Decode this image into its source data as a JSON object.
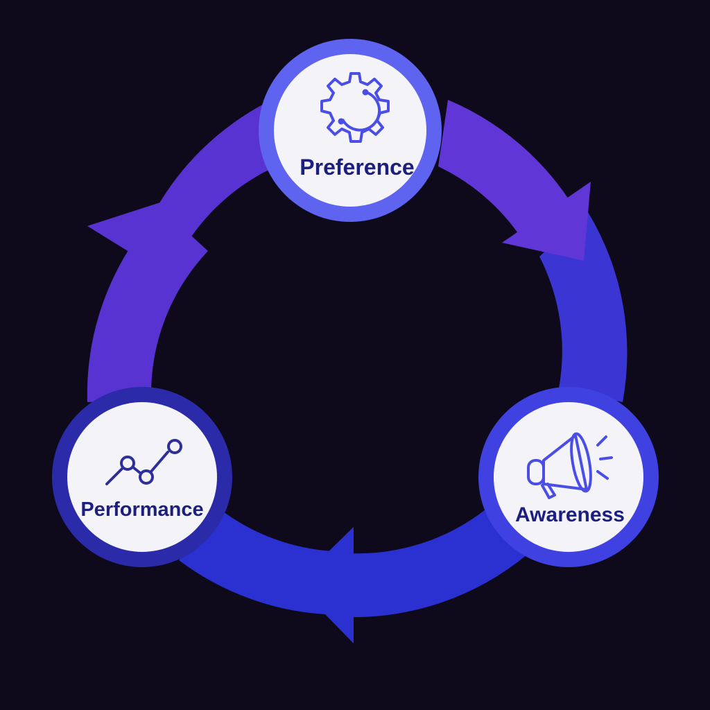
{
  "diagram": {
    "type": "cycle",
    "background": "#0e0a1c",
    "nodes": [
      {
        "id": "preference",
        "label": "Preference",
        "icon": "gear-icon",
        "ring_color": "#5e63f0"
      },
      {
        "id": "awareness",
        "label": "Awareness",
        "icon": "megaphone-icon",
        "ring_color": "#3f42e0"
      },
      {
        "id": "performance",
        "label": "Performance",
        "icon": "line-chart-icon",
        "ring_color": "#2b2aa8"
      }
    ],
    "flow": [
      "preference",
      "awareness",
      "performance",
      "preference"
    ],
    "colors": {
      "arc_top": "#6136d6",
      "arc_right": "#3b35d4",
      "arc_bottom": "#2b30d0",
      "arc_left": "#5833d2",
      "node_fill": "#f4f4f8",
      "icon_stroke": "#4a4ee6",
      "label_color": "#1c1f7e"
    }
  }
}
